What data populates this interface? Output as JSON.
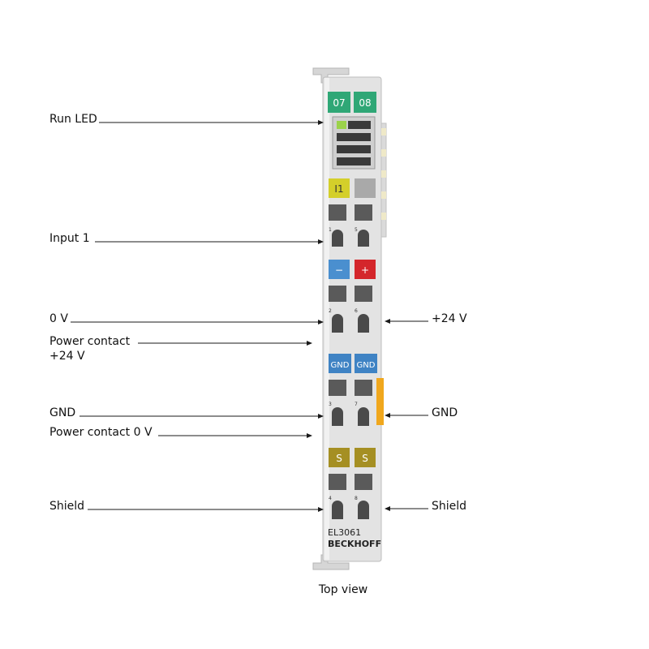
{
  "diagram": {
    "labels_left": {
      "run_led": "Run LED",
      "input_1": "Input 1",
      "zero_v": "0 V",
      "power_contact_24v_line1": "Power contact",
      "power_contact_24v_line2": "+24 V",
      "gnd": "GND",
      "power_contact_0v": "Power contact 0 V",
      "shield": "Shield"
    },
    "labels_right": {
      "plus_24v": "+24 V",
      "gnd": "GND",
      "shield": "Shield"
    },
    "module": {
      "header_left": "07",
      "header_right": "08",
      "input_badge": "I1",
      "minus_badge": "−",
      "plus_badge": "+",
      "gnd_badge_left": "GND",
      "gnd_badge_right": "GND",
      "shield_badge_left": "S",
      "shield_badge_right": "S",
      "pin_numbers": [
        "1",
        "5",
        "2",
        "6",
        "3",
        "7",
        "4",
        "8"
      ],
      "model": "EL3061",
      "brand": "BECKHOFF"
    },
    "caption": "Top view",
    "colors": {
      "header_green": "#2fa776",
      "run_led_green": "#9bd24a",
      "input_yellow": "#d4cf2a",
      "minus_blue": "#4a8fcf",
      "plus_red": "#d4262b",
      "gnd_blue": "#3f83c4",
      "shield_olive": "#a58f23",
      "power_contact_orange": "#f0a71d",
      "housing_grey": "#e3e3e3"
    }
  }
}
